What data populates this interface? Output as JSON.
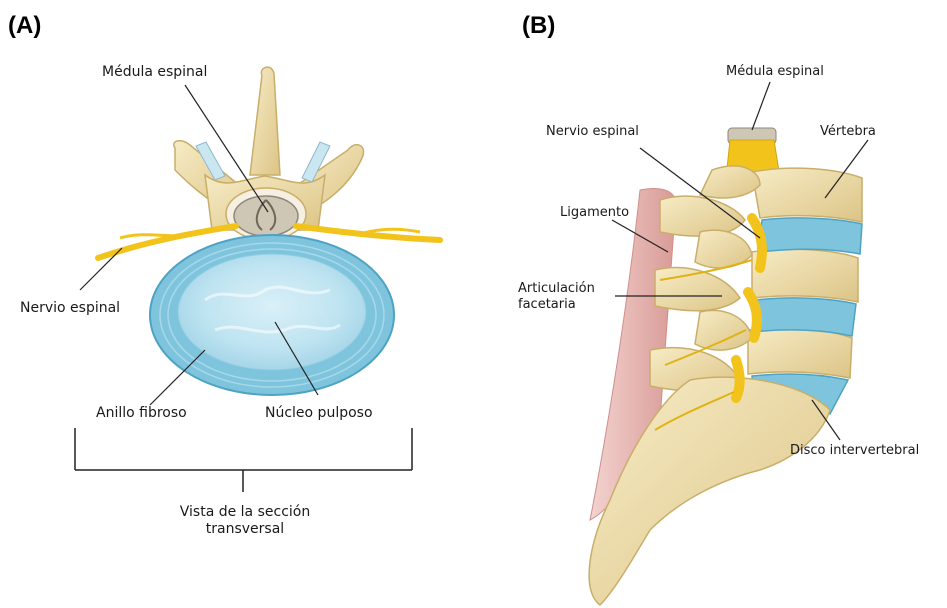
{
  "panels": {
    "a": {
      "letter": "(A)",
      "labels": {
        "medula": "Médula espinal",
        "nervio": "Nervio espinal",
        "anillo": "Anillo fibroso",
        "nucleo": "Núcleo pulposo",
        "vista_line1": "Vista de la sección",
        "vista_line2": "transversal"
      }
    },
    "b": {
      "letter": "(B)",
      "labels": {
        "medula": "Médula espinal",
        "nervio": "Nervio espinal",
        "vertebra": "Vértebra",
        "ligamento": "Ligamento",
        "articulacion_line1": "Articulación",
        "articulacion_line2": "facetaria",
        "disco": "Disco intervertebral"
      }
    }
  },
  "colors": {
    "bone": "#f1e2b0",
    "bone_shadow": "#d8c183",
    "disc_blue": "#7fc4dd",
    "disc_core": "#bfe4f1",
    "nerve": "#f2c41b",
    "ligament": "#e8b7b3"
  }
}
